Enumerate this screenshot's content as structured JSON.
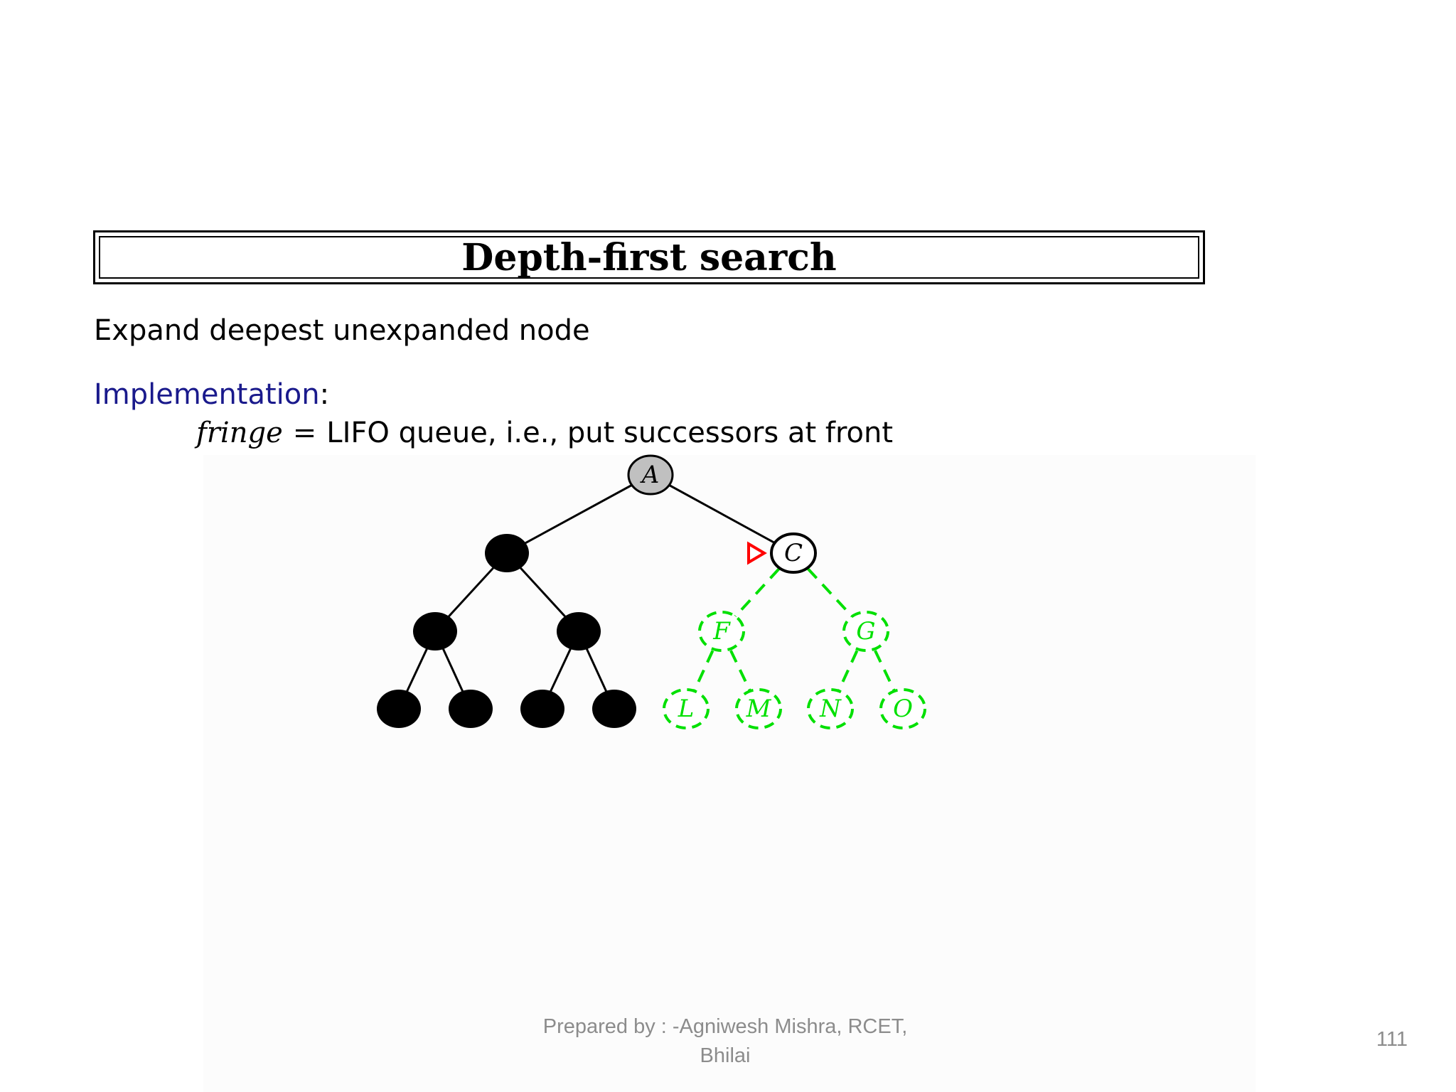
{
  "slide": {
    "title": "Depth-first search",
    "description": "Expand deepest unexpanded node",
    "implementation_label": "Implementation",
    "implementation_colon": ":",
    "fringe_var": "fringe",
    "fringe_eq": "=",
    "fringe_text": "LIFO queue, i.e., put successors at front"
  },
  "tree": {
    "nodes": [
      {
        "id": "A",
        "label": "A",
        "state": "expanded"
      },
      {
        "id": "B",
        "label": "",
        "state": "done"
      },
      {
        "id": "C",
        "label": "C",
        "state": "current"
      },
      {
        "id": "D",
        "label": "",
        "state": "done"
      },
      {
        "id": "E",
        "label": "",
        "state": "done"
      },
      {
        "id": "F",
        "label": "F",
        "state": "unexplored"
      },
      {
        "id": "G",
        "label": "G",
        "state": "unexplored"
      },
      {
        "id": "H",
        "label": "",
        "state": "done"
      },
      {
        "id": "I",
        "label": "",
        "state": "done"
      },
      {
        "id": "J",
        "label": "",
        "state": "done"
      },
      {
        "id": "K",
        "label": "",
        "state": "done"
      },
      {
        "id": "L",
        "label": "L",
        "state": "unexplored"
      },
      {
        "id": "M",
        "label": "M",
        "state": "unexplored"
      },
      {
        "id": "N",
        "label": "N",
        "state": "unexplored"
      },
      {
        "id": "O",
        "label": "O",
        "state": "unexplored"
      }
    ],
    "edges": [
      {
        "from": "A",
        "to": "B",
        "state": "done"
      },
      {
        "from": "A",
        "to": "C",
        "state": "done"
      },
      {
        "from": "B",
        "to": "D",
        "state": "done"
      },
      {
        "from": "B",
        "to": "E",
        "state": "done"
      },
      {
        "from": "C",
        "to": "F",
        "state": "unexplored"
      },
      {
        "from": "C",
        "to": "G",
        "state": "unexplored"
      },
      {
        "from": "D",
        "to": "H",
        "state": "done"
      },
      {
        "from": "D",
        "to": "I",
        "state": "done"
      },
      {
        "from": "E",
        "to": "J",
        "state": "done"
      },
      {
        "from": "E",
        "to": "K",
        "state": "done"
      },
      {
        "from": "F",
        "to": "L",
        "state": "unexplored"
      },
      {
        "from": "F",
        "to": "M",
        "state": "unexplored"
      },
      {
        "from": "G",
        "to": "N",
        "state": "unexplored"
      },
      {
        "from": "G",
        "to": "O",
        "state": "unexplored"
      }
    ],
    "current_marker": "C",
    "colors": {
      "done": "#000000",
      "expanded": "#c0c0c0",
      "current": "#ffffff",
      "unexplored": "#00e000",
      "marker": "#ff0000"
    }
  },
  "footer": {
    "credit_line1": "Prepared by : -Agniwesh Mishra, RCET,",
    "credit_line2": "Bhilai",
    "page_number": "111"
  }
}
